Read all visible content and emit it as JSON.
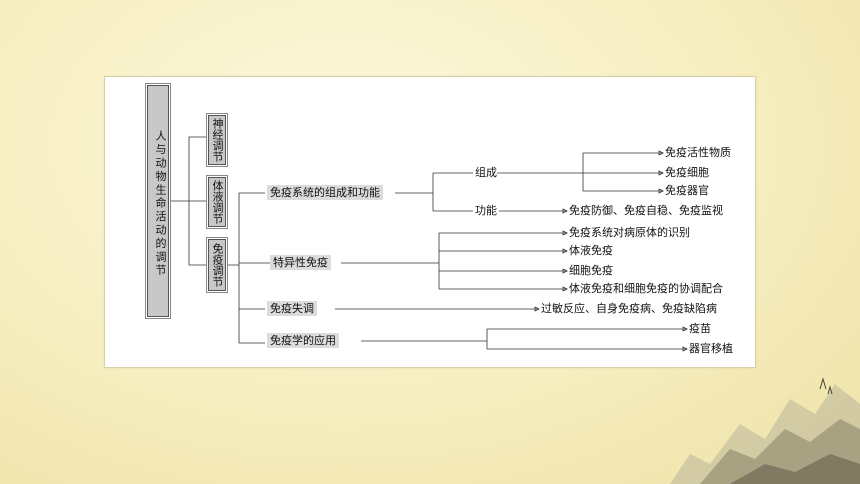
{
  "root": "人与动物生命活动的调节",
  "level2": [
    "神经调节",
    "体液调节",
    "免疫调节"
  ],
  "branches": {
    "composition": {
      "label": "免疫系统的组成和功能",
      "sub_composition": "组成",
      "composition_items": [
        "免疫活性物质",
        "免疫细胞",
        "免疫器官"
      ],
      "sub_function": "功能",
      "function_detail": "免疫防御、免疫自稳、免疫监视"
    },
    "specific": {
      "label": "特异性免疫",
      "items": [
        "免疫系统对病原体的识别",
        "体液免疫",
        "细胞免疫",
        "体液免疫和细胞免疫的协调配合"
      ]
    },
    "disorder": {
      "label": "免疫失调",
      "detail": "过敏反应、自身免疫病、免疫缺陷病"
    },
    "application": {
      "label": "免疫学的应用",
      "items": [
        "疫苗",
        "器官移植"
      ]
    }
  }
}
